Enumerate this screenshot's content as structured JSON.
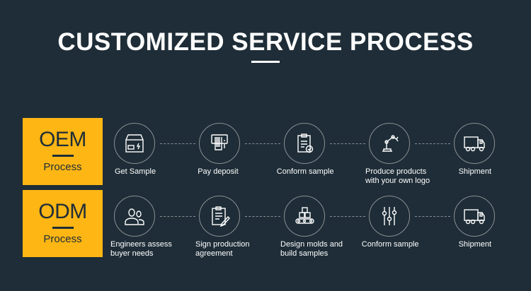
{
  "title": "CUSTOMIZED SERVICE PROCESS",
  "accent": "#fdb614",
  "rows": [
    {
      "badge": "OEM",
      "sub": "Process",
      "steps": [
        {
          "icon": "box-icon",
          "label": "Get Sample"
        },
        {
          "icon": "payment-icon",
          "label": "Pay deposit"
        },
        {
          "icon": "clipboard-check-icon",
          "label": "Conform sample"
        },
        {
          "icon": "robot-arm-icon",
          "label": "Produce products",
          "label2": "with your own logo"
        },
        {
          "icon": "truck-icon",
          "label": "Shipment"
        }
      ]
    },
    {
      "badge": "ODM",
      "sub": "Process",
      "steps": [
        {
          "icon": "users-icon",
          "label": "Engineers assess",
          "label2": "buyer needs"
        },
        {
          "icon": "clipboard-pen-icon",
          "label": "Sign production",
          "label2": "agreement"
        },
        {
          "icon": "conveyor-icon",
          "label": "Design molds and",
          "label2": "build samples"
        },
        {
          "icon": "sliders-icon",
          "label": "Conform sample"
        },
        {
          "icon": "truck-icon",
          "label": "Shipment"
        }
      ]
    }
  ]
}
